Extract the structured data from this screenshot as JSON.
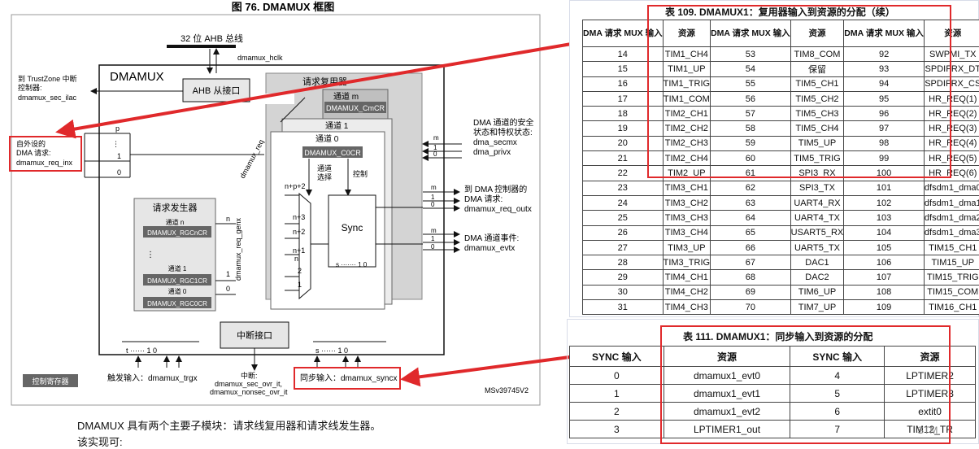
{
  "figure": {
    "title": "图 76. DMAMUX 框图",
    "block_label": "DMAMUX",
    "bus_label": "32 位 AHB 总线",
    "hclk": "dmamux_hclk",
    "ahb_slave": "AHB 从接口",
    "trustzone_line1": "到 TrustZone 中断",
    "trustzone_line2": "控制器:",
    "trustzone_signal": "dmamux_sec_ilac",
    "ext_req_line1": "自外设的",
    "ext_req_line2": "DMA 请求:",
    "ext_req_signal": "dmamux_req_inx",
    "req_mux": "请求复用器",
    "channel_m": "通道 m",
    "reg_cmcr": "DMAMUX_CmCR",
    "channel_1": "通道 1",
    "channel_0": "通道 0",
    "reg_c0cr": "DMAMUX_C0CR",
    "chan_select_1": "通道",
    "chan_select_2": "选择",
    "control": "控制",
    "sync": "Sync",
    "dmamux_req": "dmamux_req",
    "req_gen": "请求发生器",
    "gen_ch_n": "通道 n",
    "reg_rgcncr": "DMAMUX_RGCnCR",
    "gen_ch_1": "通道 1",
    "reg_rgc1cr": "DMAMUX_RGC1CR",
    "gen_ch_0": "通道 0",
    "reg_rgc0cr": "DMAMUX_RGC0CR",
    "req_genx": "dmamux_req_genx",
    "irq_if": "中断接口",
    "ctrl_regs": "控制寄存器",
    "sec_state_1": "DMA 通道的安全",
    "sec_state_2": "状态和特权状态:",
    "secmx": "dma_secmx",
    "privx": "dma_privx",
    "to_dma_1": "到 DMA 控制器的",
    "to_dma_2": "DMA 请求:",
    "req_outx": "dmamux_req_outx",
    "evt_1": "DMA 通道事件:",
    "evtx": "dmamux_evtx",
    "trig_in": "触发输入：dmamux_trgx",
    "irq_1": "中断:",
    "irq_2": "dmamux_sec_ovr_it,",
    "irq_3": "dmamux_nonsec_ovr_it",
    "sync_in": "同步输入：dmamux_syncx",
    "msv": "MSv39745V2",
    "lbl_p": "p",
    "lbl_1": "1",
    "lbl_0": "0",
    "lbl_m": "m",
    "lbl_n": "n",
    "lbl_t": "t",
    "lbl_s": "s",
    "mux_npp2": "n+p+2",
    "mux_n3": "n+3",
    "mux_n2": "n+2",
    "mux_n1": "n+1",
    "mux_n": "n",
    "mux_2": "2",
    "mux_1": "1",
    "sync_bus": "s ······· 1 0",
    "trig_bus": "t ······ 1 0",
    "syncin_bus": "s ······ 1 0"
  },
  "paragraph": {
    "line1": "DMAMUX 具有两个主要子模块：请求线复用器和请求线发生器。",
    "line2": "该实现可:"
  },
  "table109": {
    "caption": "表 109. DMAMUX1：复用器输入到资源的分配（续）",
    "headers": [
      "DMA 请求 MUX 输入",
      "资源",
      "DMA 请求 MUX 输入",
      "资源",
      "DMA 请求 MUX 输入",
      "资源"
    ],
    "rows": [
      [
        "14",
        "TIM1_CH4",
        "53",
        "TIM8_COM",
        "92",
        "SWPMI_TX"
      ],
      [
        "15",
        "TIM1_UP",
        "54",
        "保留",
        "93",
        "SPDIFRX_DT"
      ],
      [
        "16",
        "TIM1_TRIG",
        "55",
        "TIM5_CH1",
        "94",
        "SPDIFRX_CS"
      ],
      [
        "17",
        "TIM1_COM",
        "56",
        "TIM5_CH2",
        "95",
        "HR_REQ(1)"
      ],
      [
        "18",
        "TIM2_CH1",
        "57",
        "TIM5_CH3",
        "96",
        "HR_REQ(2)"
      ],
      [
        "19",
        "TIM2_CH2",
        "58",
        "TIM5_CH4",
        "97",
        "HR_REQ(3)"
      ],
      [
        "20",
        "TIM2_CH3",
        "59",
        "TIM5_UP",
        "98",
        "HR_REQ(4)"
      ],
      [
        "21",
        "TIM2_CH4",
        "60",
        "TIM5_TRIG",
        "99",
        "HR_REQ(5)"
      ],
      [
        "22",
        "TIM2_UP",
        "61",
        "SPI3_RX",
        "100",
        "HR_REQ(6)"
      ],
      [
        "23",
        "TIM3_CH1",
        "62",
        "SPI3_TX",
        "101",
        "dfsdm1_dma0"
      ],
      [
        "24",
        "TIM3_CH2",
        "63",
        "UART4_RX",
        "102",
        "dfsdm1_dma1"
      ],
      [
        "25",
        "TIM3_CH3",
        "64",
        "UART4_TX",
        "103",
        "dfsdm1_dma2"
      ],
      [
        "26",
        "TIM3_CH4",
        "65",
        "USART5_RX",
        "104",
        "dfsdm1_dma3"
      ],
      [
        "27",
        "TIM3_UP",
        "66",
        "UART5_TX",
        "105",
        "TIM15_CH1"
      ],
      [
        "28",
        "TIM3_TRIG",
        "67",
        "DAC1",
        "106",
        "TIM15_UP"
      ],
      [
        "29",
        "TIM4_CH1",
        "68",
        "DAC2",
        "107",
        "TIM15_TRIG"
      ],
      [
        "30",
        "TIM4_CH2",
        "69",
        "TIM6_UP",
        "108",
        "TIM15_COM"
      ],
      [
        "31",
        "TIM4_CH3",
        "70",
        "TIM7_UP",
        "109",
        "TIM16_CH1"
      ]
    ]
  },
  "table111": {
    "caption": "表 111. DMAMUX1：同步输入到资源的分配",
    "headers": [
      "SYNC 输入",
      "资源",
      "SYNC 输入",
      "资源"
    ],
    "rows": [
      [
        "0",
        "dmamux1_evt0",
        "4",
        "LPTIMER2"
      ],
      [
        "1",
        "dmamux1_evt1",
        "5",
        "LPTIMER3"
      ],
      [
        "2",
        "dmamux1_evt2",
        "6",
        "extit0"
      ],
      [
        "3",
        "LPTIMER1_out",
        "7",
        "TIM12_TR"
      ]
    ]
  },
  "watermark": "STM"
}
